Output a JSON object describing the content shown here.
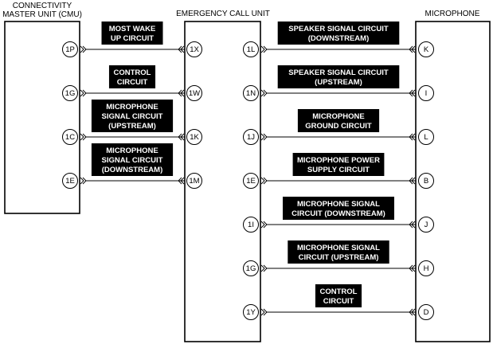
{
  "components": {
    "cmu": {
      "title_lines": [
        "CONNECTIVITY",
        "MASTER UNIT (CMU)"
      ]
    },
    "ecu": {
      "title_lines": [
        "EMERGENCY CALL UNIT"
      ]
    },
    "mic": {
      "title_lines": [
        "MICROPHONE"
      ]
    }
  },
  "connections_left": [
    {
      "from_pin": "1P",
      "to_pin": "1X",
      "label_lines": [
        "MOST WAKE",
        "UP CIRCUIT"
      ]
    },
    {
      "from_pin": "1G",
      "to_pin": "1W",
      "label_lines": [
        "CONTROL",
        "CIRCUIT"
      ]
    },
    {
      "from_pin": "1C",
      "to_pin": "1K",
      "label_lines": [
        "MICROPHONE",
        "SIGNAL CIRCUIT",
        "(UPSTREAM)"
      ]
    },
    {
      "from_pin": "1E",
      "to_pin": "1M",
      "label_lines": [
        "MICROPHONE",
        "SIGNAL CIRCUIT",
        "(DOWNSTREAM)"
      ]
    }
  ],
  "connections_right": [
    {
      "from_pin": "1L",
      "to_pin": "K",
      "label_lines": [
        "SPEAKER SIGNAL CIRCUIT",
        "(DOWNSTREAM)"
      ]
    },
    {
      "from_pin": "1N",
      "to_pin": "I",
      "label_lines": [
        "SPEAKER SIGNAL CIRCUIT",
        "(UPSTREAM)"
      ]
    },
    {
      "from_pin": "1J",
      "to_pin": "L",
      "label_lines": [
        "MICROPHONE",
        "GROUND CIRCUIT"
      ]
    },
    {
      "from_pin": "1E",
      "to_pin": "B",
      "label_lines": [
        "MICROPHONE POWER",
        "SUPPLY CIRCUIT"
      ]
    },
    {
      "from_pin": "1I",
      "to_pin": "J",
      "label_lines": [
        "MICROPHONE SIGNAL",
        "CIRCUIT (DOWNSTREAM)"
      ]
    },
    {
      "from_pin": "1G",
      "to_pin": "H",
      "label_lines": [
        "MICROPHONE SIGNAL",
        "CIRCUIT (UPSTREAM)"
      ]
    },
    {
      "from_pin": "1Y",
      "to_pin": "D",
      "label_lines": [
        "CONTROL",
        "CIRCUIT"
      ]
    }
  ]
}
